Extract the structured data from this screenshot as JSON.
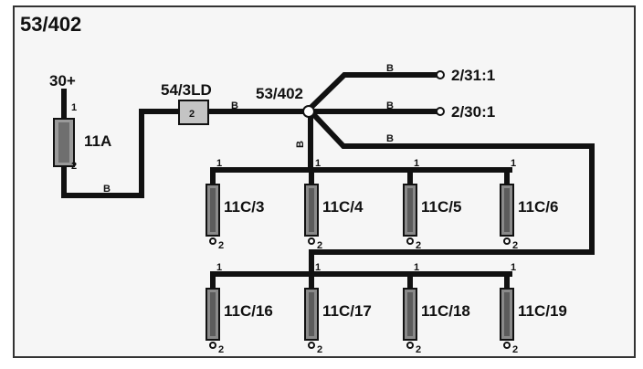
{
  "diagram": {
    "title": "53/402",
    "nodes": {
      "supply": "30+",
      "fuse": "11A",
      "connector": "54/3LD",
      "splice": "53/402",
      "out1": "2/31:1",
      "out2": "2/30:1"
    },
    "wire_color": "B",
    "pin1": "1",
    "pin2": "2",
    "connector_pin": "2",
    "components_row1": [
      "11C/3",
      "11C/4",
      "11C/5",
      "11C/6"
    ],
    "components_row2": [
      "11C/16",
      "11C/17",
      "11C/18",
      "11C/19"
    ]
  },
  "colors": {
    "wire": "#111111",
    "component": "#8a8a8a",
    "connector": "#bdbdbd",
    "background": "#f6f6f6"
  }
}
